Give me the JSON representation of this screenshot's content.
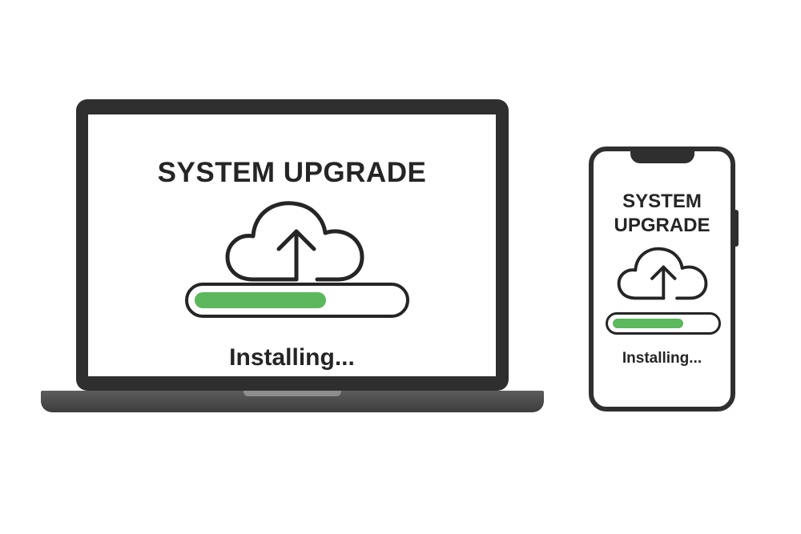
{
  "laptop": {
    "title": "SYSTEM UPGRADE",
    "icon": "cloud-upload-icon",
    "progress": 0.64,
    "status": "Installing..."
  },
  "phone": {
    "title_line1": "SYSTEM",
    "title_line2": "UPGRADE",
    "icon": "cloud-upload-icon",
    "progress": 0.7,
    "status": "Installing..."
  },
  "colors": {
    "device_frame": "#2f2f2f",
    "progress_fill": "#5cb85c",
    "text": "#252525",
    "screen": "#ffffff"
  }
}
